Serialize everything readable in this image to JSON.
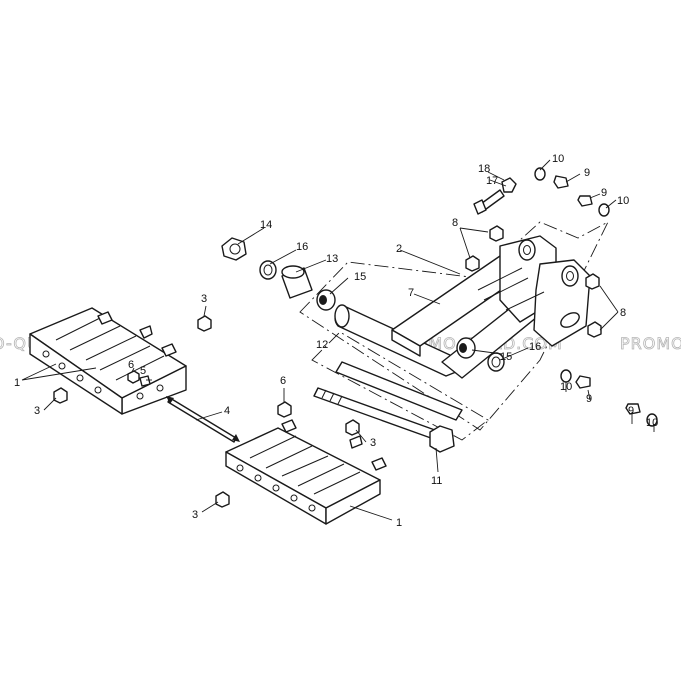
{
  "watermarks": [
    "O-QUAD.COM",
    "PROMO-QUAD.COM",
    "PROMO"
  ],
  "callouts": {
    "c1a": "1",
    "c1b": "1",
    "c2": "2",
    "c3a": "3",
    "c3b": "3",
    "c3c": "3",
    "c3d": "3",
    "c4": "4",
    "c5": "5",
    "c6a": "6",
    "c6b": "6",
    "c7": "7",
    "c8a": "8",
    "c8b": "8",
    "c9a": "9",
    "c9b": "9",
    "c9c": "9",
    "c9d": "9",
    "c10a": "10",
    "c10b": "10",
    "c10c": "10",
    "c10d": "10",
    "c11": "11",
    "c12": "12",
    "c13": "13",
    "c14": "14",
    "c15a": "15",
    "c15b": "15",
    "c16a": "16",
    "c16b": "16",
    "c17": "17",
    "c18": "18"
  }
}
